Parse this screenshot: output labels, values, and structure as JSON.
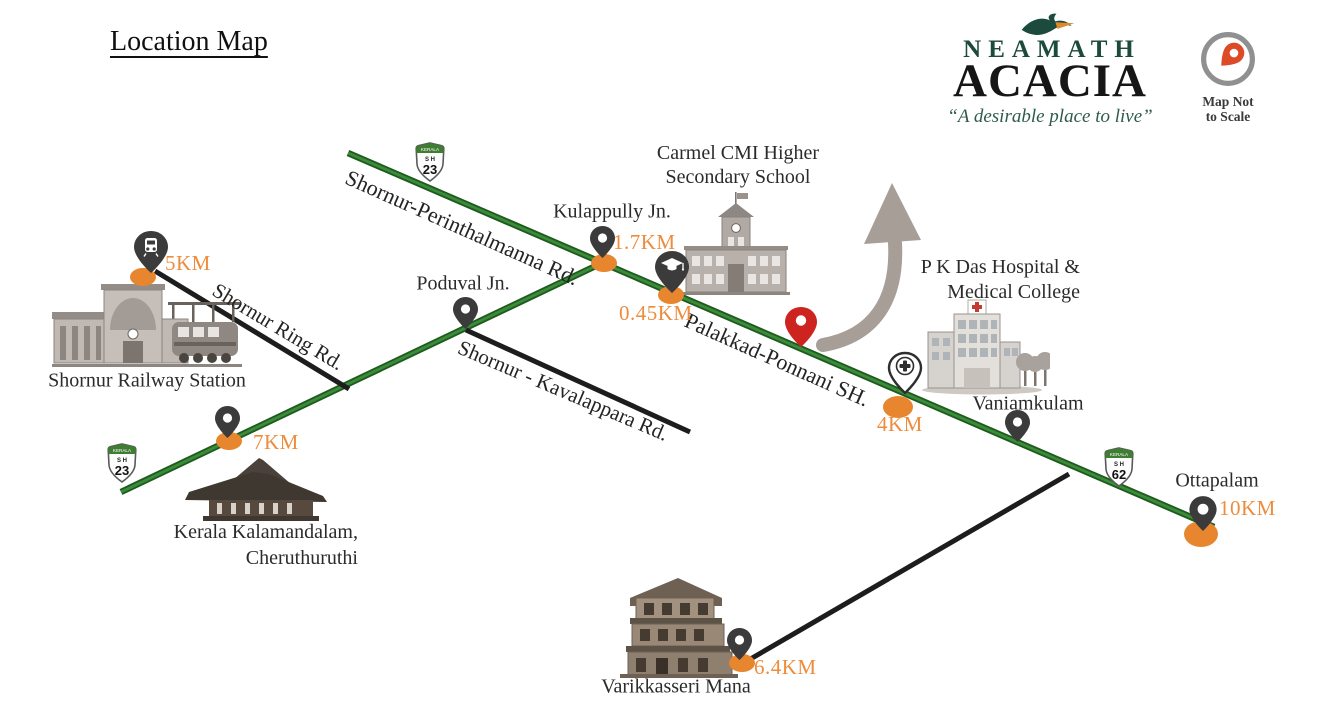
{
  "title": "Location Map",
  "brand": {
    "name": "NEAMATH",
    "product": "ACACIA",
    "tagline": "“A desirable place to live”"
  },
  "map_note": {
    "line1": "Map Not",
    "line2": "to Scale"
  },
  "roads": {
    "perinthalmanna": "Shornur-Perinthalmanna Rd.",
    "ring": "Shornur Ring Rd.",
    "kavalappara": "Shornur - Kavalappara Rd.",
    "ponnani": "Palakkad-Ponnani SH."
  },
  "signs": [
    {
      "state": "KERALA",
      "cls": "S H",
      "num": "23"
    },
    {
      "state": "KERALA",
      "cls": "S H",
      "num": "23"
    },
    {
      "state": "KERALA",
      "cls": "S H",
      "num": "62"
    }
  ],
  "places": {
    "railway_station": {
      "name": "Shornur Railway Station",
      "distance": "5KM"
    },
    "kalamandalam": {
      "line1": "Kerala Kalamandalam,",
      "line2": "Cheruthuruthi",
      "distance": "7KM"
    },
    "poduval": {
      "name": "Poduval Jn."
    },
    "kulappully": {
      "name": "Kulappully Jn.",
      "distance": "1.7KM"
    },
    "school": {
      "line1": "Carmel CMI Higher",
      "line2": "Secondary School",
      "distance": "0.45KM"
    },
    "hospital": {
      "line1": "P K Das Hospital &",
      "line2": "Medical College",
      "distance": "4KM"
    },
    "vaniamkulam": {
      "name": "Vaniamkulam"
    },
    "ottapalam": {
      "name": "Ottapalam",
      "distance": "10KM"
    },
    "varikkasseri": {
      "name": "Varikkasseri Mana",
      "distance": "6.4KM"
    }
  },
  "colors": {
    "road_green": "#2E7D2E",
    "road_black": "#1D1D1D",
    "distance_orange": "#EE8C3D",
    "pin_dark": "#3B3B3B",
    "project_pin_red": "#CE2420",
    "arrow_grey": "#A79E98",
    "brand_green": "#1C4B3E"
  }
}
